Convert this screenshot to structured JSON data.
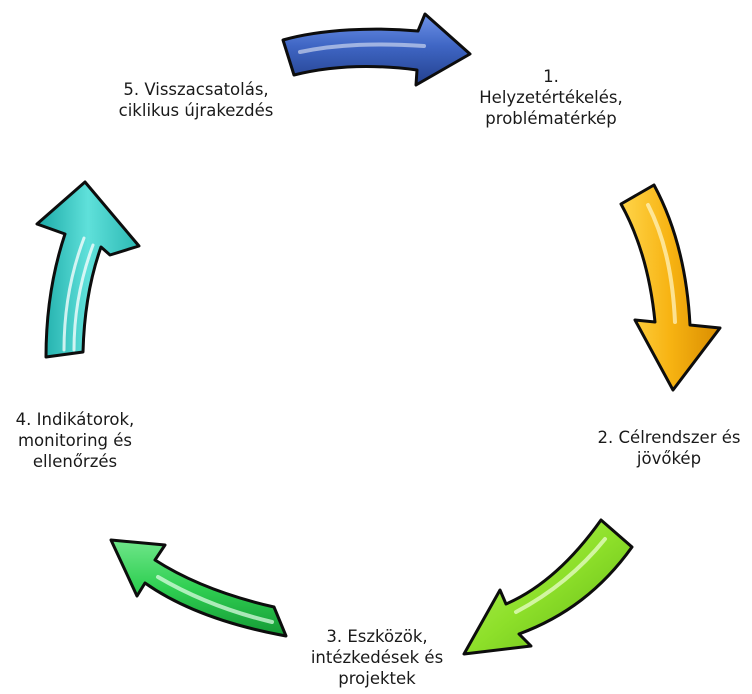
{
  "diagram": {
    "steps": [
      {
        "id": 1,
        "lines": [
          "1.",
          "Helyzetértékelés,",
          "problématérkép"
        ],
        "arrow_color": "#3f66c4"
      },
      {
        "id": 2,
        "lines": [
          "2. Célrendszer és",
          "jövőkép"
        ],
        "arrow_color": "#f7b312"
      },
      {
        "id": 3,
        "lines": [
          "3. Eszközök,",
          "intézkedések és",
          "projektek"
        ],
        "arrow_color": "#8ee02a"
      },
      {
        "id": 4,
        "lines": [
          "4. Indikátorok,",
          "monitoring és",
          "ellenőrzés"
        ],
        "arrow_color": "#2fcf52"
      },
      {
        "id": 5,
        "lines": [
          "5. Visszacsatolás,",
          "ciklikus újrakezdés"
        ],
        "arrow_color": "#3fcac4"
      }
    ]
  }
}
